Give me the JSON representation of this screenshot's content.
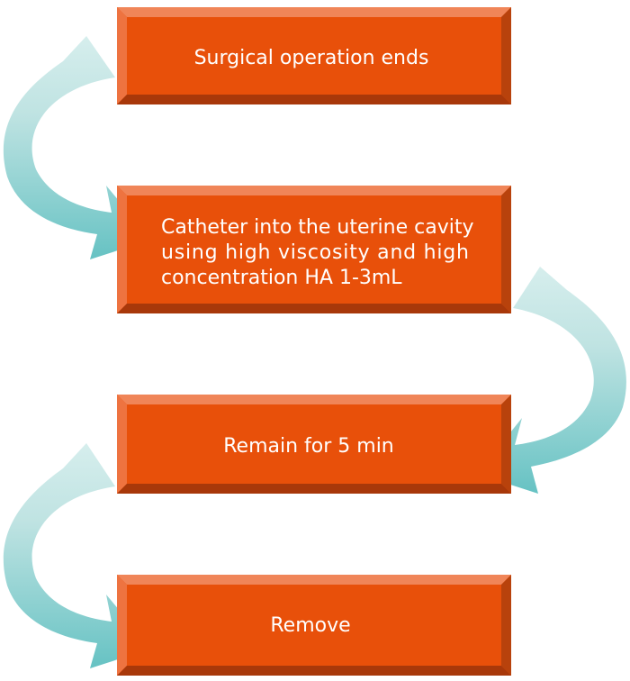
{
  "steps": [
    {
      "lines": [
        "Surgical operation ends"
      ]
    },
    {
      "lines": [
        "Catheter into the uterine cavity",
        "using high viscosity and high",
        "concentration HA 1-3mL"
      ]
    },
    {
      "lines": [
        "Remain for 5 min"
      ]
    },
    {
      "lines": [
        "Remove"
      ]
    }
  ],
  "colors": {
    "box_fill": "#E8500A",
    "box_bevel_light": "#F08558",
    "box_bevel_dark": "#A8380A",
    "arrow_light": "#CDE9E8",
    "arrow_dark": "#72C6C7"
  }
}
